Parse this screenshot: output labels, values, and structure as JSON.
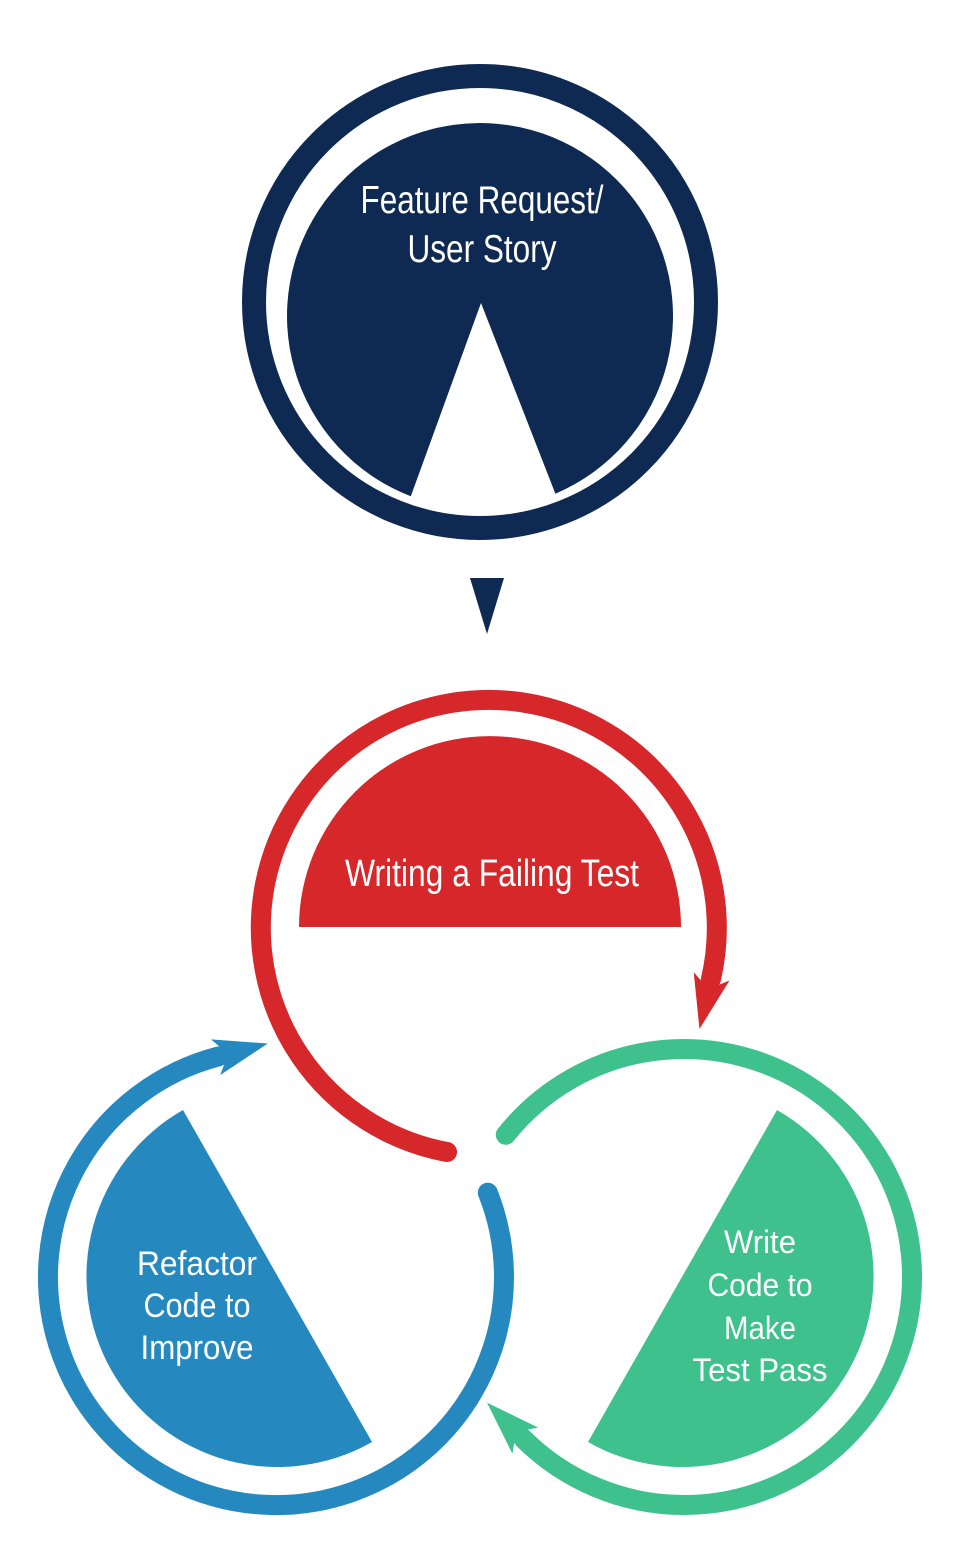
{
  "colors": {
    "navy": "#0e2a52",
    "red": "#d6272b",
    "green": "#3fc18e",
    "blue": "#2589c0",
    "label_text": "#ffffff",
    "background": "#ffffff"
  },
  "nodes": {
    "feature_request": {
      "lines": [
        "Feature Request/",
        "User Story"
      ]
    },
    "writing_failing_test": {
      "label": "Writing a Failing Test"
    },
    "write_code_make_test_pass": {
      "lines": [
        "Write",
        "Code to",
        "Make",
        "Test Pass"
      ]
    },
    "refactor_code_to_improve": {
      "lines": [
        "Refactor",
        "Code to",
        "Improve"
      ]
    }
  },
  "icons": {
    "feature_to_test_arrow": "triangle-down-arrow",
    "red_cycle_arrow": "clockwise-arc-arrowhead",
    "green_cycle_arrow": "clockwise-arc-arrowhead",
    "blue_cycle_arrow": "clockwise-arc-arrowhead"
  }
}
